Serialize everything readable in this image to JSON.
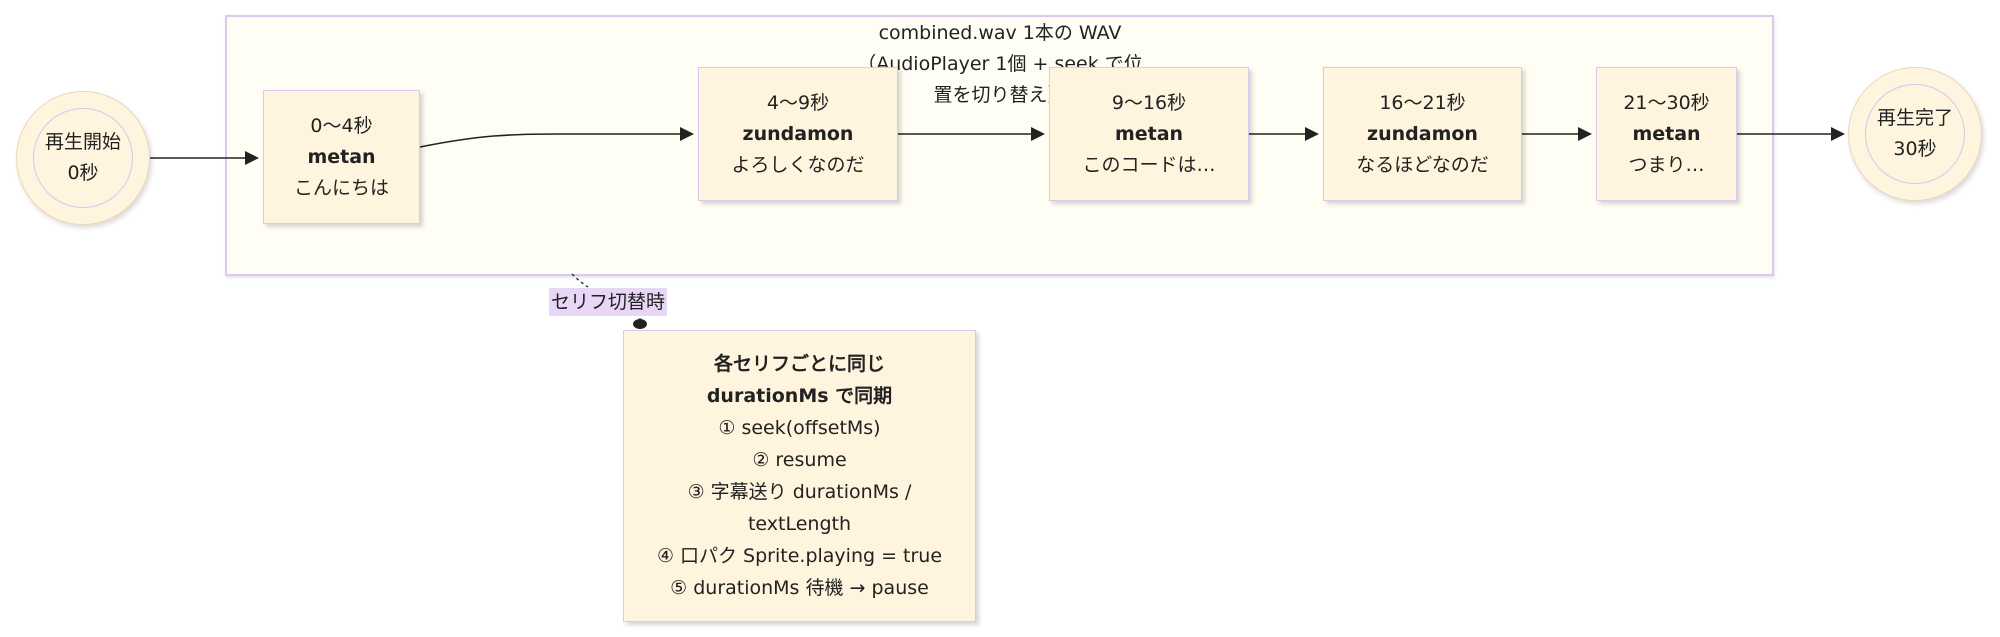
{
  "cluster": {
    "title_lines": [
      "combined.wav 1本の WAV",
      "（AudioPlayer 1個 + seek で位",
      "置を切り替え）"
    ]
  },
  "start": {
    "line1": "再生開始",
    "line2": "0秒"
  },
  "end": {
    "line1": "再生完了",
    "line2": "30秒"
  },
  "segments": [
    {
      "time": "0〜4秒",
      "speaker": "metan",
      "text": "こんにちは"
    },
    {
      "time": "4〜9秒",
      "speaker": "zundamon",
      "text": "よろしくなのだ"
    },
    {
      "time": "9〜16秒",
      "speaker": "metan",
      "text": "このコードは…"
    },
    {
      "time": "16〜21秒",
      "speaker": "zundamon",
      "text": "なるほどなのだ"
    },
    {
      "time": "21〜30秒",
      "speaker": "metan",
      "text": "つまり…"
    }
  ],
  "edge_label": "セリフ切替時",
  "note": {
    "title1": "各セリフごとに同じ",
    "title2": "durationMs で同期",
    "steps": [
      "① seek(offsetMs)",
      "② resume",
      "③ 字幕送り durationMs /",
      "textLength",
      "④ 口パク Sprite.playing = true",
      "⑤ durationMs 待機 → pause"
    ]
  }
}
